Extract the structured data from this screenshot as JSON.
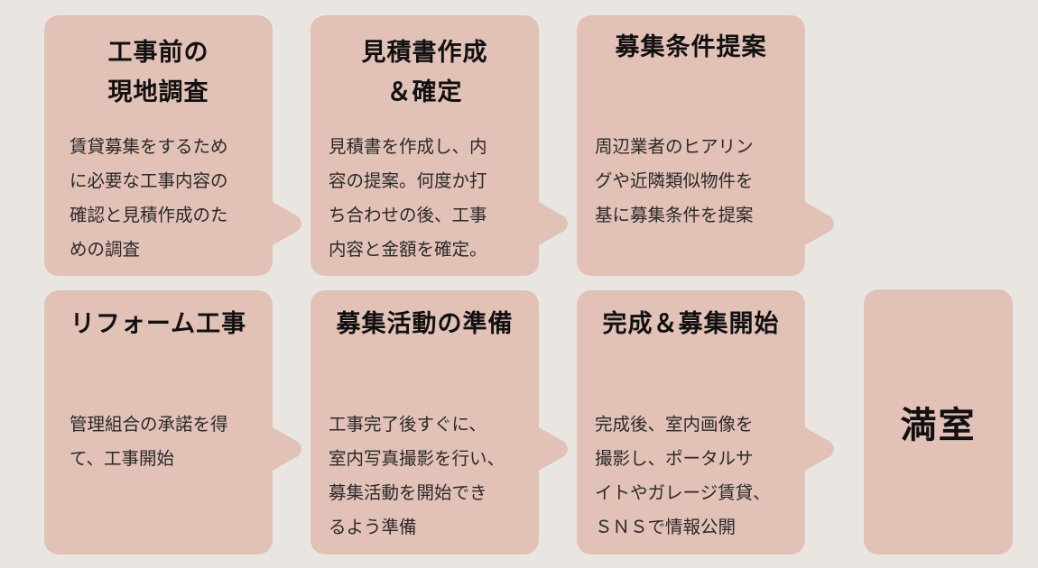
{
  "colors": {
    "background": "#e9e6e2",
    "card": "#e2c1b6",
    "text": "#111111"
  },
  "steps": [
    {
      "title": "工事前の\n現地調査",
      "title_lines": [
        "工事前の",
        "現地調査"
      ],
      "description_lines": [
        "賃貸募集をするため",
        "に必要な工事内容の",
        "確認と見積作成のた",
        "めの調査"
      ]
    },
    {
      "title_lines": [
        "見積書作成",
        "＆確定"
      ],
      "description_lines": [
        "見積書を作成し、内",
        "容の提案。何度か打",
        "ち合わせの後、工事",
        "内容と金額を確定。"
      ]
    },
    {
      "title_lines": [
        "募集条件提案"
      ],
      "description_lines": [
        "周辺業者のヒアリン",
        "グや近隣類似物件を",
        "基に募集条件を提案"
      ]
    },
    {
      "title_lines": [
        "リフォーム工事"
      ],
      "description_lines": [
        "管理組合の承諾を得",
        "て、工事開始"
      ]
    },
    {
      "title_lines": [
        "募集活動の準備"
      ],
      "description_lines": [
        "工事完了後すぐに、",
        "室内写真撮影を行い、",
        "募集活動を開始でき",
        "るよう準備"
      ]
    },
    {
      "title_lines": [
        "完成＆募集開始"
      ],
      "description_lines": [
        "完成後、室内画像を",
        "撮影し、ポータルサ",
        "イトやガレージ賃貸、",
        "ＳＮＳで情報公開"
      ]
    }
  ],
  "final": {
    "title": "満室"
  }
}
